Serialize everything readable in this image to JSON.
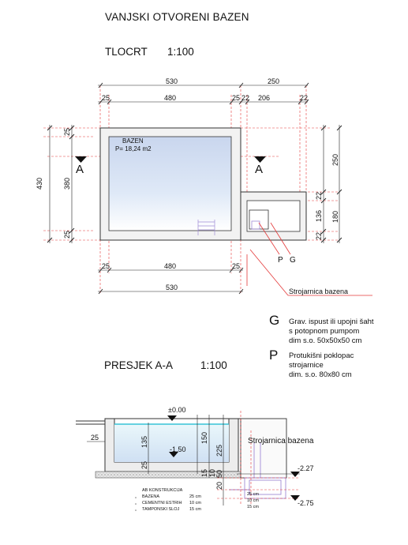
{
  "title": "VANJSKI OTVORENI BAZEN",
  "plan": {
    "heading": "TLOCRT",
    "scale": "1:100",
    "dims_top": [
      "530",
      "250",
      "25",
      "480",
      "25",
      "22",
      "206",
      "22"
    ],
    "dims_bottom": [
      "25",
      "480",
      "25",
      "530"
    ],
    "dims_left": [
      "430",
      "25",
      "380",
      "25"
    ],
    "dims_right": [
      "250",
      "22",
      "136",
      "22",
      "180"
    ],
    "pool_label": "BAZEN",
    "pool_area": "P= 18,24 m2",
    "section_mark": "A",
    "marker_p": "P",
    "marker_g": "G",
    "room_label": "Strojarnica bazena"
  },
  "legend": [
    {
      "letter": "G",
      "text": "Grav. ispust ili upojni šaht\ns potopnom pumpom\ndim s.o. 50x50x50 cm"
    },
    {
      "letter": "P",
      "text": "Protukišni poklopac\nstrojarnice\ndim. s.o. 80x80 cm"
    }
  ],
  "section": {
    "heading": "PRESJEK  A-A",
    "scale": "1:100",
    "level_top": "±0.00",
    "level_water": "-1.50",
    "level_room1": "-2.27",
    "level_room2": "-2.75",
    "dims": [
      "25",
      "135",
      "25",
      "150",
      "225",
      "15",
      "10",
      "20",
      "50"
    ],
    "room_label": "Strojarnica bazena",
    "layers": [
      {
        "name": "AB KONSTRUKCIJA",
        "thk": ""
      },
      {
        "name": "BAZENA",
        "thk": "25 cm"
      },
      {
        "name": "CEMENTNI ESTRIH",
        "thk": "10 cm"
      },
      {
        "name": "TAMPONSKI SLOJ",
        "thk": "15 cm"
      }
    ],
    "layer_thk_right": [
      "25 cm",
      "10 cm",
      "15 cm"
    ]
  }
}
